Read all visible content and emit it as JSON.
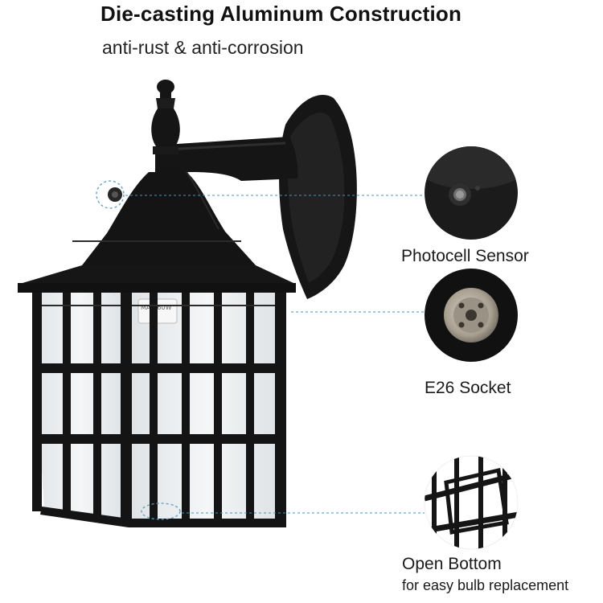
{
  "header": {
    "title": "Die-casting Aluminum Construction",
    "subtitle": "anti-rust & anti-corrosion"
  },
  "features": [
    {
      "label": "Photocell Sensor",
      "icon": "photocell-sensor-icon"
    },
    {
      "label": "E26 Socket",
      "icon": "socket-icon"
    },
    {
      "label": "Open Bottom",
      "sublabel": "for easy bulb replacement",
      "icon": "open-bottom-icon"
    }
  ],
  "colors": {
    "fixture": "#141414",
    "glass": "#e9ecee",
    "callout_line": "#4a90b8",
    "circle_bg": "#1b1b1b"
  },
  "bulb_label_text": "MAX 60W"
}
